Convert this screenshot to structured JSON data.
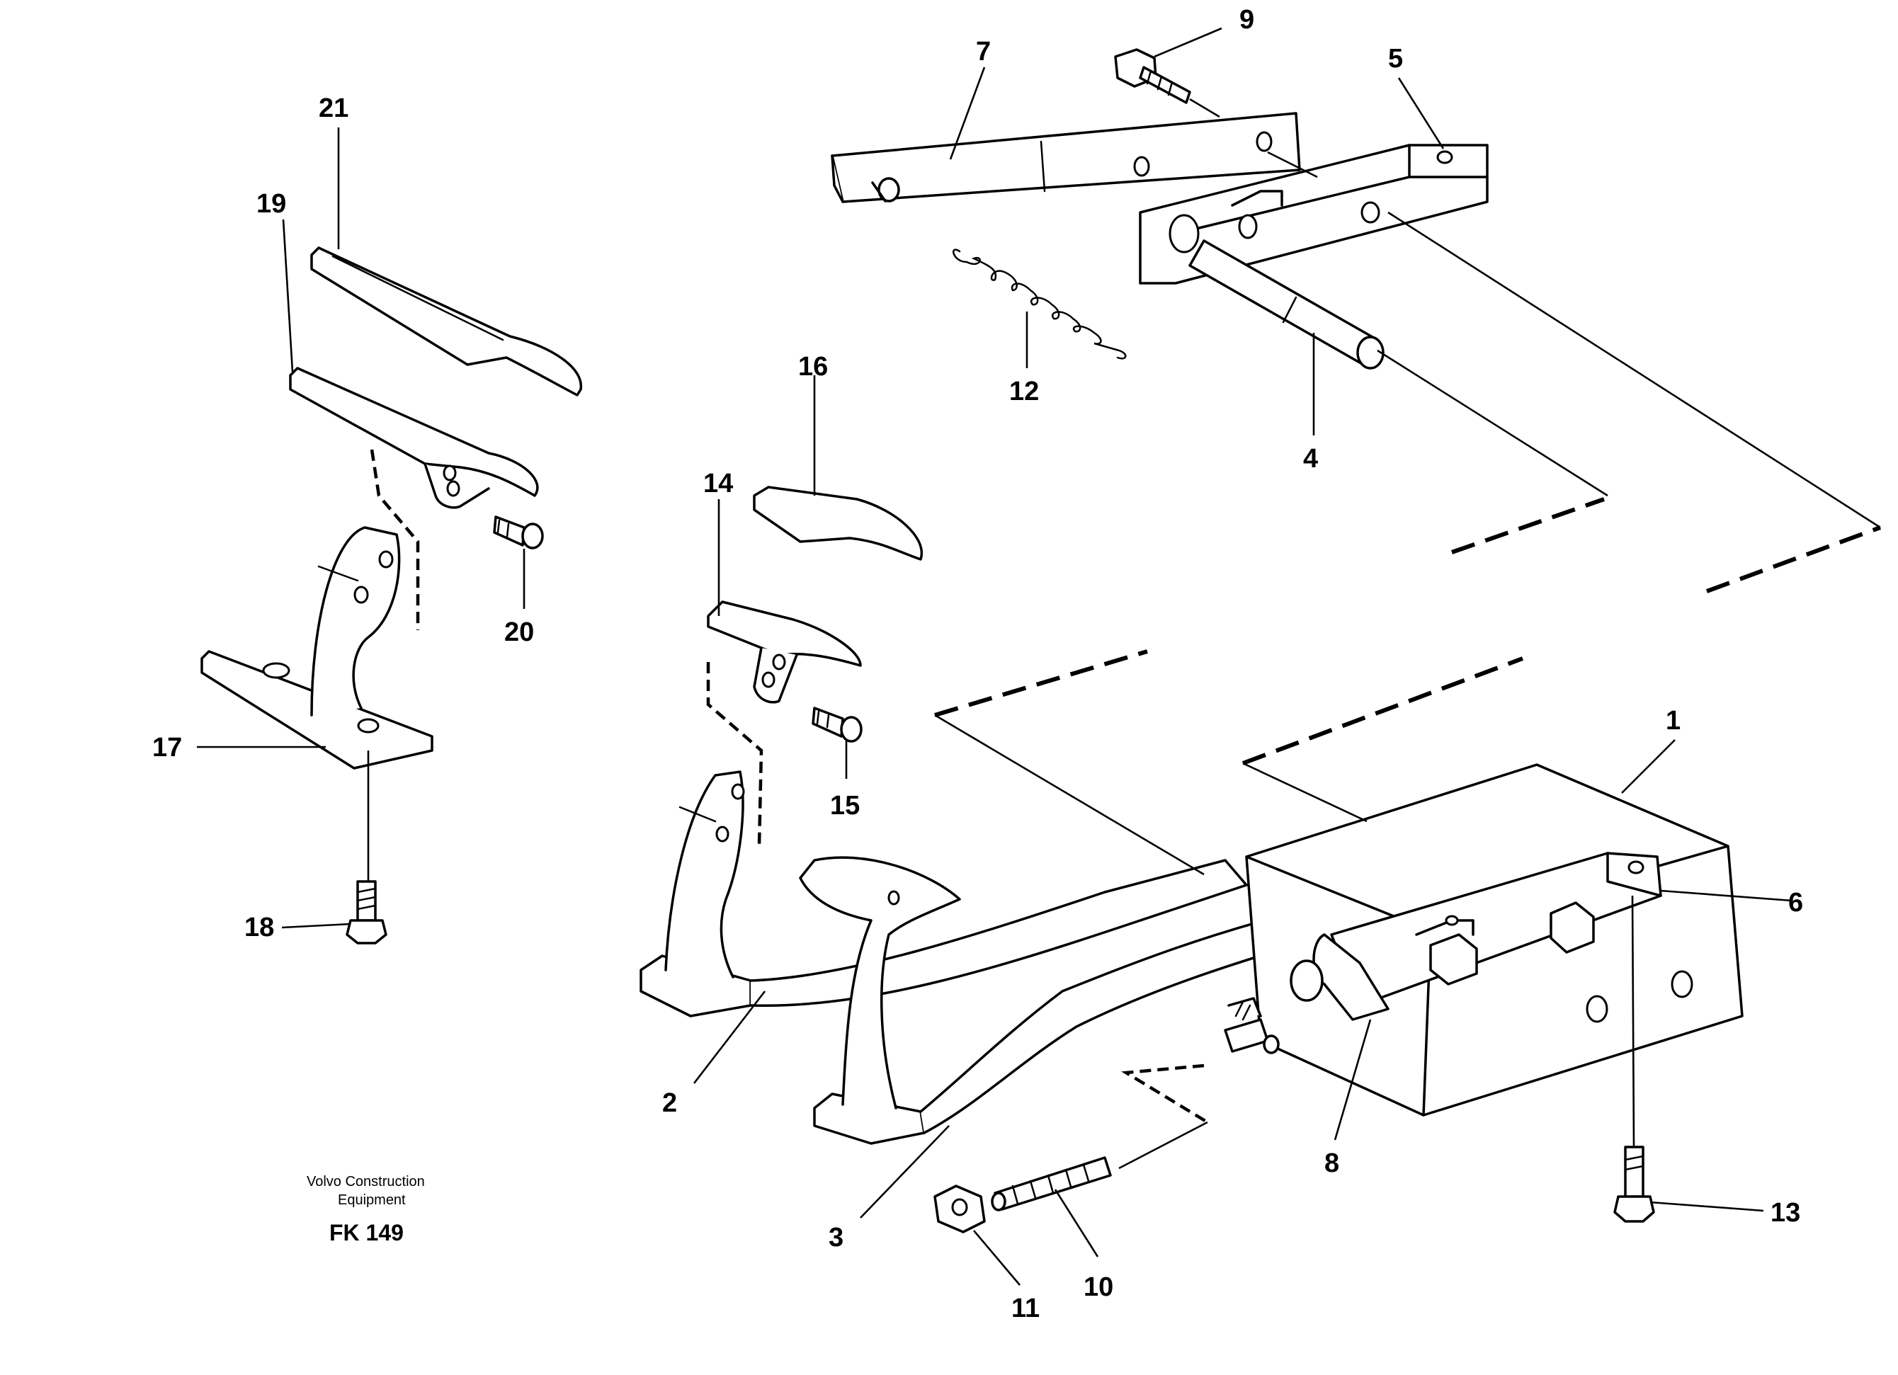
{
  "caption": {
    "line1": "Volvo Construction",
    "line2": "Equipment",
    "code": "FK 149"
  },
  "callouts": {
    "c1": "1",
    "c2": "2",
    "c3": "3",
    "c4": "4",
    "c5": "5",
    "c6": "6",
    "c7": "7",
    "c8": "8",
    "c9": "9",
    "c10": "10",
    "c11": "11",
    "c12": "12",
    "c13": "13",
    "c14": "14",
    "c15": "15",
    "c16": "16",
    "c17": "17",
    "c18": "18",
    "c19": "19",
    "c20": "20",
    "c21": "21"
  }
}
